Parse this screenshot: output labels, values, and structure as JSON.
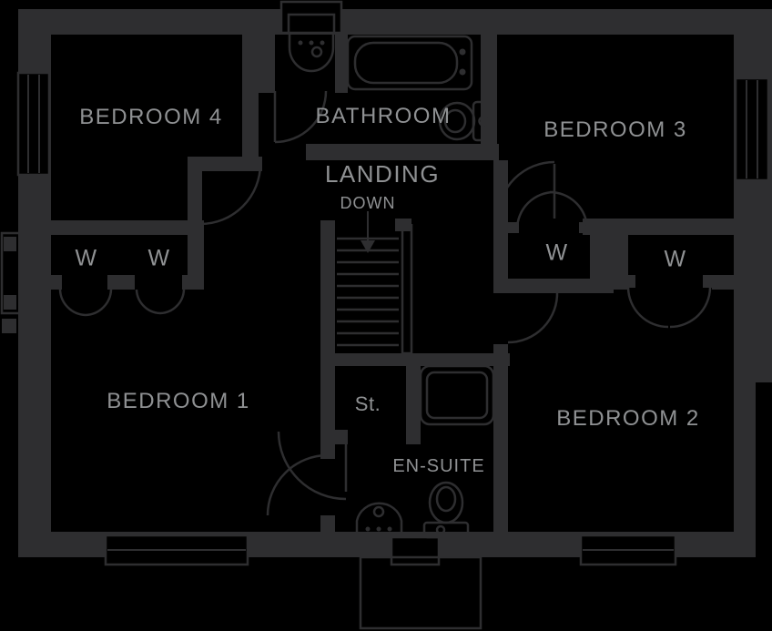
{
  "colors": {
    "background": "#000000",
    "wall": "#2e2e30",
    "label": "#8f9193"
  },
  "labels": {
    "bedroom4": "BEDROOM 4",
    "bathroom": "BATHROOM",
    "bedroom3": "BEDROOM 3",
    "landing": "LANDING",
    "down": "DOWN",
    "wardrobe": "W",
    "bedroom1": "BEDROOM 1",
    "store": "St.",
    "ensuite": "EN-SUITE",
    "bedroom2": "BEDROOM 2"
  },
  "fixtures": [
    "bathtub-icon",
    "washbasin-icon",
    "toilet-icon",
    "shower-icon",
    "staircase-icon",
    "down-arrow-icon",
    "door-swing-icon",
    "wardrobe-doors-icon",
    "window-icon",
    "chimney-icon",
    "porch-icon"
  ]
}
